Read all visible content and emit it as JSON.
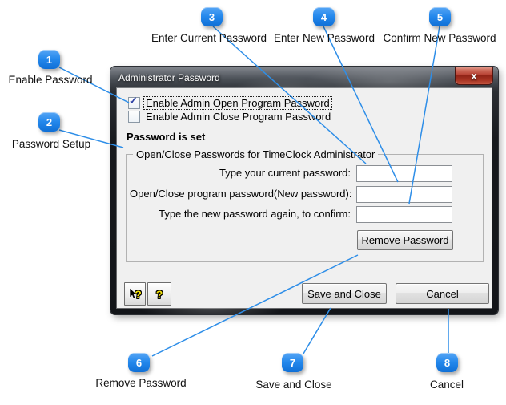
{
  "colors": {
    "accent_blue": "#1e80e6",
    "connector_blue": "#2e8ee8",
    "titlebar_dark": "#17191d",
    "close_red": "#b84335",
    "client_gray": "#f0f0f0",
    "help_yellow": "#f2e20a"
  },
  "callouts": [
    {
      "num": "1",
      "label": "Enable Password"
    },
    {
      "num": "2",
      "label": "Password Setup"
    },
    {
      "num": "3",
      "label": "Enter Current Password"
    },
    {
      "num": "4",
      "label": "Enter New Password"
    },
    {
      "num": "5",
      "label": "Confirm New Password"
    },
    {
      "num": "6",
      "label": "Remove Password"
    },
    {
      "num": "7",
      "label": "Save and Close"
    },
    {
      "num": "8",
      "label": "Cancel"
    }
  ],
  "dialog": {
    "title": "Administrator Password",
    "close_glyph": "x",
    "check_glyph": "✓",
    "checkboxes": [
      {
        "label": "Enable Admin Open Program Password",
        "checked": true
      },
      {
        "label": "Enable Admin Close Program Password",
        "checked": false
      }
    ],
    "status_text": "Password is set",
    "group": {
      "title": "Open/Close Passwords for TimeClock Administrator",
      "fields": [
        {
          "label": "Type your current password:",
          "value": ""
        },
        {
          "label": "Open/Close program password(New password):",
          "value": ""
        },
        {
          "label": "Type the new password again, to confirm:",
          "value": ""
        }
      ],
      "remove_button": "Remove Password"
    },
    "help_glyph": "?",
    "save_button": "Save and Close",
    "cancel_button": "Cancel"
  }
}
